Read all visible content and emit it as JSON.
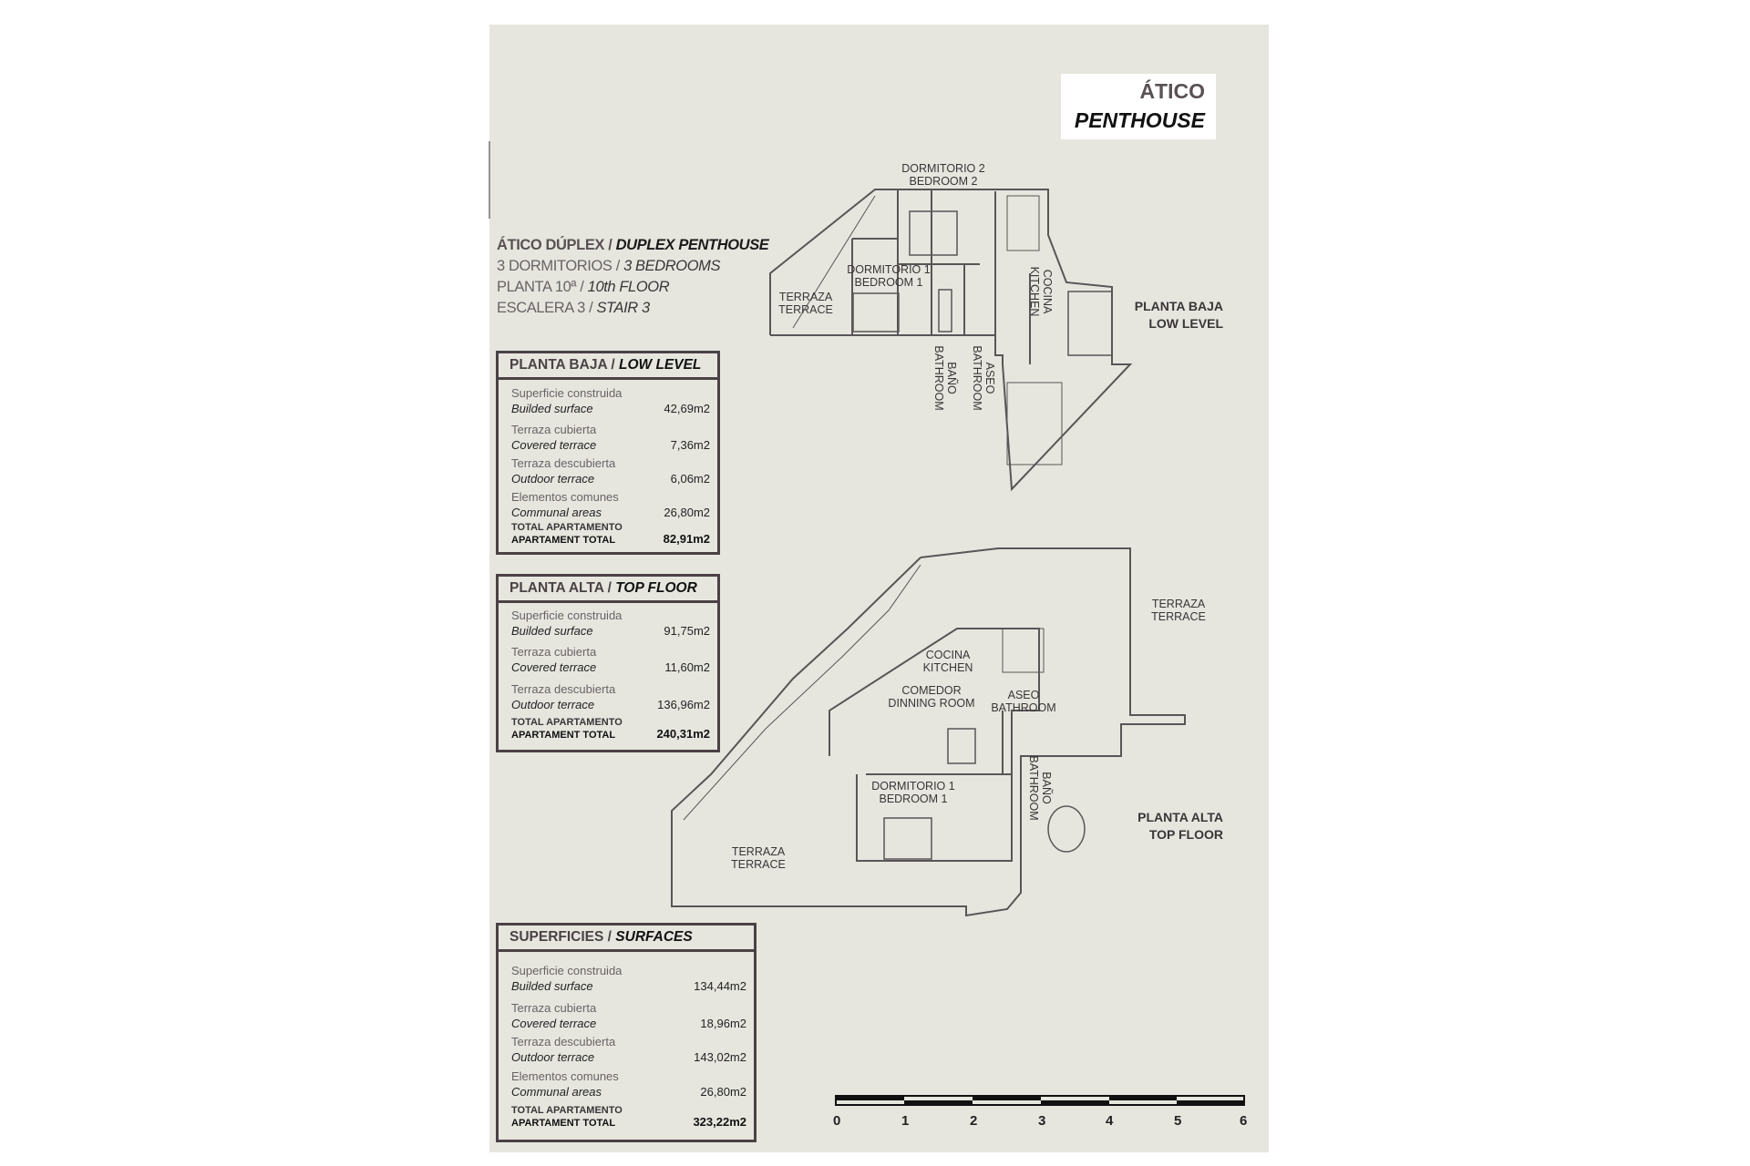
{
  "title": {
    "es": "ÁTICO",
    "en": "PENTHOUSE"
  },
  "intro": {
    "type_es": "ÁTICO DÚPLEX",
    "type_en": "DUPLEX PENTHOUSE",
    "beds_es": "3 DORMITORIOS",
    "beds_en": "3 BEDROOMS",
    "floor_es": "PLANTA 10ª",
    "floor_en": "10th FLOOR",
    "stair_es": "ESCALERA 3",
    "stair_en": "STAIR 3",
    "sep": " / "
  },
  "low_level": {
    "header_es": "PLANTA BAJA",
    "header_en": "LOW LEVEL",
    "rows": [
      {
        "es": "Superficie construida",
        "en": "Builded surface",
        "value": "42,69m2"
      },
      {
        "es": "Terraza cubierta",
        "en": "Covered terrace",
        "value": "7,36m2"
      },
      {
        "es": "Terraza descubierta",
        "en": "Outdoor terrace",
        "value": "6,06m2"
      },
      {
        "es": "Elementos comunes",
        "en": "Communal areas",
        "value": "26,80m2"
      }
    ],
    "total_es": "TOTAL APARTAMENTO",
    "total_en": "APARTAMENT TOTAL",
    "total_value": "82,91m2"
  },
  "top_floor": {
    "header_es": "PLANTA ALTA",
    "header_en": "TOP FLOOR",
    "rows": [
      {
        "es": "Superficie construida",
        "en": "Builded surface",
        "value": "91,75m2"
      },
      {
        "es": "Terraza cubierta",
        "en": "Covered terrace",
        "value": "11,60m2"
      },
      {
        "es": "Terraza descubierta",
        "en": "Outdoor terrace",
        "value": "136,96m2"
      }
    ],
    "total_es": "TOTAL APARTAMENTO",
    "total_en": "APARTAMENT TOTAL",
    "total_value": "240,31m2"
  },
  "surfaces": {
    "header_es": "SUPERFICIES",
    "header_en": "SURFACES",
    "rows": [
      {
        "es": "Superficie construida",
        "en": "Builded surface",
        "value": "134,44m2"
      },
      {
        "es": "Terraza cubierta",
        "en": "Covered terrace",
        "value": "18,96m2"
      },
      {
        "es": "Terraza descubierta",
        "en": "Outdoor terrace",
        "value": "143,02m2"
      },
      {
        "es": "Elementos comunes",
        "en": "Communal areas",
        "value": "26,80m2"
      }
    ],
    "total_es": "TOTAL APARTAMENTO",
    "total_en": "APARTAMENT TOTAL",
    "total_value": "323,22m2"
  },
  "level_labels": {
    "low": {
      "es": "PLANTA BAJA",
      "en": "LOW LEVEL"
    },
    "top": {
      "es": "PLANTA ALTA",
      "en": "TOP FLOOR"
    }
  },
  "plan_low_labels": {
    "bedroom2_es": "DORMITORIO 2",
    "bedroom2_en": "BEDROOM 2",
    "bedroom1_es": "DORMITORIO 1",
    "bedroom1_en": "BEDROOM 1",
    "terrace_es": "TERRAZA",
    "terrace_en": "TERRACE",
    "kitchen_es": "COCINA",
    "kitchen_en": "KITCHEN",
    "bath_es": "BAÑO",
    "bath_en": "BATHROOM",
    "toilet_es": "ASEO",
    "toilet_en": "BATHROOM"
  },
  "plan_top_labels": {
    "terrace_es": "TERRAZA",
    "terrace_en": "TERRACE",
    "kitchen_es": "COCINA",
    "kitchen_en": "KITCHEN",
    "dining_es": "COMEDOR",
    "dining_en": "DINNING ROOM",
    "toilet_es": "ASEO",
    "toilet_en": "BATHROOM",
    "bedroom1_es": "DORMITORIO 1",
    "bedroom1_en": "BEDROOM 1",
    "bath_es": "BAÑO",
    "bath_en": "BATHROOM",
    "terrace2_es": "TERRAZA",
    "terrace2_en": "TERRACE"
  },
  "scale": {
    "ticks": [
      "0",
      "1",
      "2",
      "3",
      "4",
      "5",
      "6"
    ]
  },
  "colors": {
    "sheet": "#e6e6df",
    "line": "#4a4244",
    "text": "#3a3536"
  }
}
